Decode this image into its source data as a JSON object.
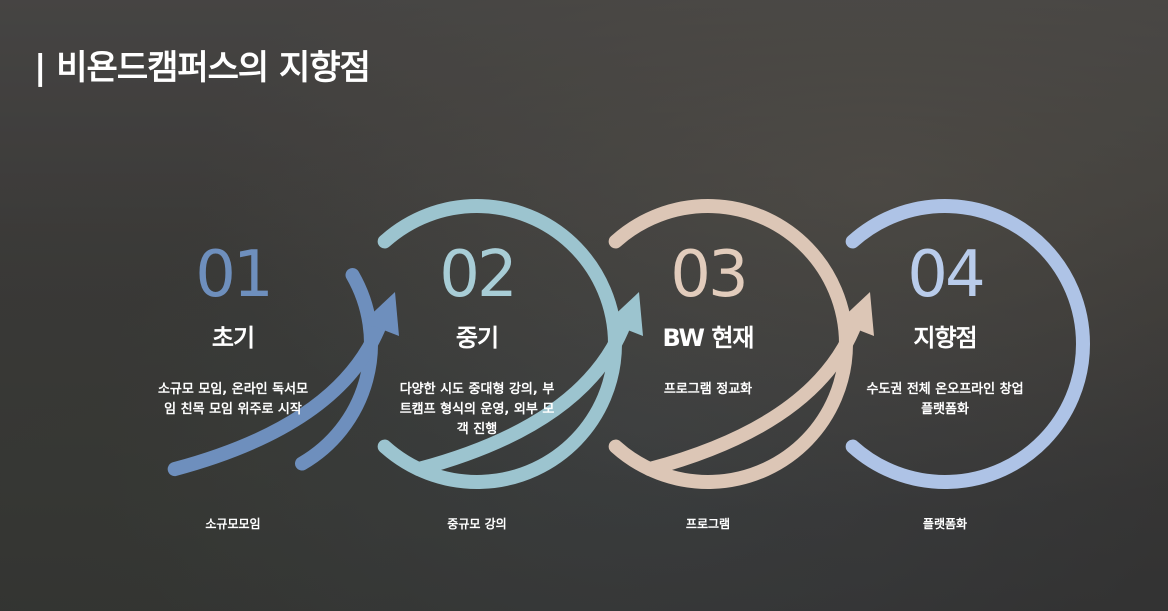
{
  "title": "| 비욘드캠퍼스의 지향점",
  "stages": [
    {
      "num": "01",
      "label": "초기",
      "desc": "소규모 모임, 온라인 독서모임 친목 모임 위주로 시작",
      "tag": "소규모모임",
      "color": "#6e8fbd",
      "num_color": "#6e8fbd"
    },
    {
      "num": "02",
      "label": "중기",
      "desc": "다양한 시도 중대형 강의, 부트캠프 형식의 운영, 외부 모객 진행",
      "tag": "중규모 강의",
      "color": "#9cc4cf",
      "num_color": "#a8cdd6"
    },
    {
      "num": "03",
      "label": "BW 현재",
      "desc": "프로그램 정교화",
      "tag": "프로그램",
      "color": "#dcc6b6",
      "num_color": "#e2ccbc"
    },
    {
      "num": "04",
      "label": "지향점",
      "desc": "수도권 전체 온오프라인 창업 플랫폼화",
      "tag": "플랫폼화",
      "color": "#aec3e6",
      "num_color": "#b9cceb"
    }
  ]
}
